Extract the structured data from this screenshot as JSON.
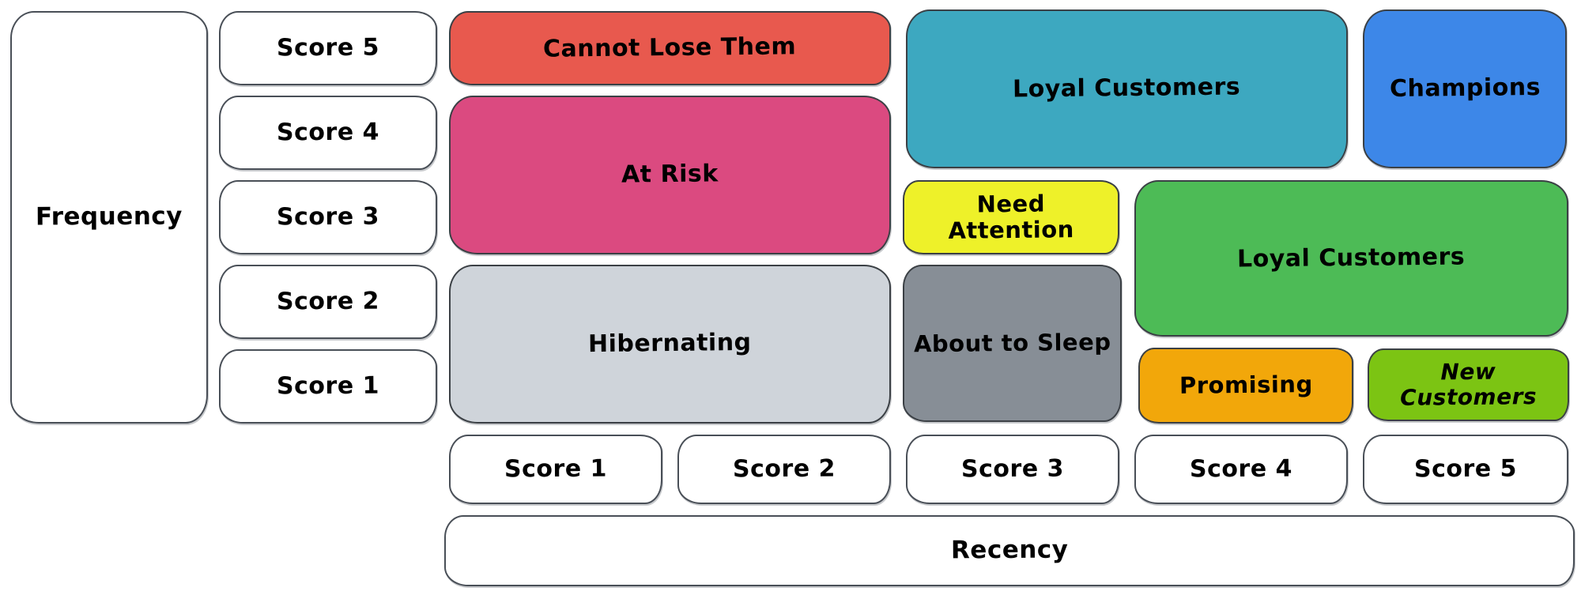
{
  "diagram": {
    "kind": "rfm-customer-segmentation-grid",
    "axes": {
      "y_label": "Frequency",
      "x_label": "Recency",
      "y_scores": [
        "Score 5",
        "Score 4",
        "Score 3",
        "Score 2",
        "Score 1"
      ],
      "x_scores": [
        "Score 1",
        "Score 2",
        "Score 3",
        "Score 4",
        "Score 5"
      ]
    },
    "segments": {
      "cannot_lose_them": {
        "label": "Cannot Lose Them",
        "color": "#e8594e",
        "recency": "1-2",
        "frequency": "5"
      },
      "at_risk": {
        "label": "At Risk",
        "color": "#db4a80",
        "recency": "1-2",
        "frequency": "3-4"
      },
      "hibernating": {
        "label": "Hibernating",
        "color": "#cfd4da",
        "recency": "1-2",
        "frequency": "1-2"
      },
      "loyal_customers_top": {
        "label": "Loyal Customers",
        "color": "#3da8c0",
        "recency": "3-4",
        "frequency": "4-5"
      },
      "champions": {
        "label": "Champions",
        "color": "#3d87e8",
        "recency": "5",
        "frequency": "4-5"
      },
      "need_attention": {
        "label": "Need Attention",
        "color": "#eef129",
        "recency": "3",
        "frequency": "3"
      },
      "loyal_customers_mid": {
        "label": "Loyal Customers",
        "color": "#4dbb56",
        "recency": "4-5",
        "frequency": "2-3"
      },
      "about_to_sleep": {
        "label": "About to Sleep",
        "color": "#878e96",
        "recency": "3",
        "frequency": "1-2"
      },
      "promising": {
        "label": "Promising",
        "color": "#f2a70a",
        "recency": "4",
        "frequency": "1"
      },
      "new_customers": {
        "label": "New Customers",
        "color": "#7cc413",
        "recency": "5",
        "frequency": "1"
      }
    },
    "colors": {
      "outline": "#3b4045",
      "background": "#ffffff",
      "text": "#000000"
    }
  }
}
